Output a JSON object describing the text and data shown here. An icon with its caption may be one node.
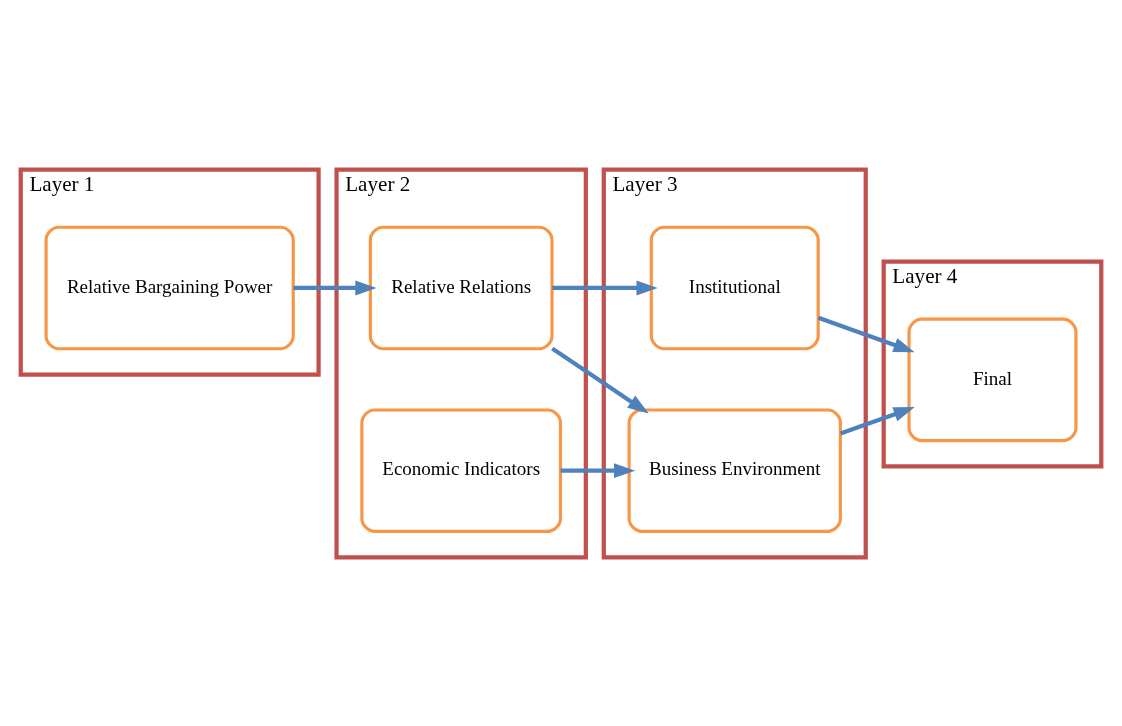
{
  "diagram": {
    "nodes": [
      {
        "text": [
          "Layer 1"
        ]
      },
      {
        "text": [
          "Relative Bargaining Power"
        ],
        "in": 0
      },
      {
        "text": [
          "Layer 2"
        ]
      },
      {
        "text": [
          "Relative Relations"
        ],
        "in": 2
      },
      {
        "text": [
          "Economic Indicators"
        ],
        "in": 2
      },
      {
        "text": [
          "Layer 3"
        ]
      },
      {
        "text": [
          "Business Environment"
        ],
        "in": 5
      },
      {
        "text": [
          "Institutional"
        ],
        "in": 5
      },
      {
        "text": [
          "Layer 4"
        ]
      },
      {
        "text": [
          "Final"
        ],
        "in": 8
      }
    ],
    "edges": [
      {
        "from": 1,
        "to": 3,
        "arrow": "to"
      },
      {
        "from": 3,
        "to": 6,
        "arrow": "to"
      },
      {
        "from": 3,
        "to": 7,
        "arrow": "to"
      },
      {
        "from": 4,
        "to": 6,
        "arrow": "to"
      },
      {
        "from": 6,
        "to": 9,
        "arrow": "to"
      },
      {
        "from": 7,
        "to": 9,
        "arrow": "to"
      }
    ]
  }
}
